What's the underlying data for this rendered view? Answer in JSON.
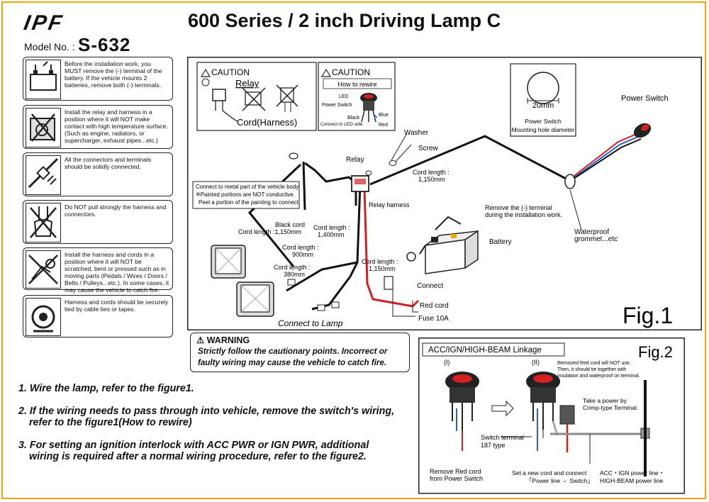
{
  "header": {
    "logo": "IPF",
    "title": "600 Series / 2 inch Driving Lamp C",
    "model_label": "Model No. :",
    "model_number": "S-632"
  },
  "notes": [
    {
      "text": "Before the installation work, you MUST remove the (-) terminal of the battery. If the vehicle mounts 2 batteries, remove both (-) terminals.",
      "icon": "battery-terminal-icon"
    },
    {
      "text": "Install the relay and harness in a position where it will NOT make contact with high temperature surface. (Such as engine, radiators, or supercharger, exhaust pipes...etc.)",
      "icon": "engine-heat-icon"
    },
    {
      "text": "All the connectors and terminals should be solidly connected.",
      "icon": "connector-icon"
    },
    {
      "text": "Do NOT pull strongly the harness and connectors.",
      "icon": "no-pull-icon"
    },
    {
      "text": "Install the harness and cords in a position where it will NOT be scratched, bent or pressed such as in moving parts (Pedals / Wires / Doors / Belts / Pulleys...etc.). In some cases, it may cause the vehicle to catch fire.",
      "icon": "moving-parts-icon"
    },
    {
      "text": "Harness and cords should be securely tied by cable ties or tapes.",
      "icon": "cable-tie-icon"
    }
  ],
  "fig1": {
    "label": "Fig.1",
    "caution1": {
      "head": "CAUTION",
      "relay": "Relay",
      "cord": "Cord(Harness)"
    },
    "caution2": {
      "head": "CAUTION",
      "how": "How to rewire",
      "led": "LED",
      "power_switch": "Power Switch",
      "black": "Black",
      "blue": "Blue",
      "red": "Red",
      "connect_led": "Connect to LED side"
    },
    "hole": {
      "size": "20mm",
      "line1": "Power Switch",
      "line2": "Mounting hole diameter"
    },
    "labels": {
      "power_switch": "Power Switch",
      "washer": "Washer",
      "screw": "Screw",
      "relay": "Relay",
      "cord_1150_top": "Cord length :",
      "cord_1150_top_val": "1,150mm",
      "relay_harness": "Relay harness",
      "metal_note1": "Connect to metal part of the vehicle body.",
      "metal_note2": "※Painted portions are NOT conductive.",
      "metal_note3": "Peel a portion of the painting to connect.",
      "remove_terminal1": "Remove the (-) terminal",
      "remove_terminal2": "during the installation work.",
      "black_cord": "Black cord",
      "cord_1150_black": "Cord length :1,150mm",
      "cord_1400": "Cord length :",
      "cord_1400_val": "1,400mm",
      "cord_900": "Cord length :",
      "cord_900_val": "900mm",
      "cord_380": "Cord length :",
      "cord_380_val": "380mm",
      "cord_1150_red": "Cord length :",
      "cord_1150_red_val": "1,150mm",
      "battery": "Battery",
      "connect": "Connect",
      "red_cord": "Red cord",
      "fuse": "Fuse 10A",
      "waterproof1": "Waterproof",
      "waterproof2": "grommet...etc",
      "connect_lamp": "Connect to Lamp"
    }
  },
  "warning": {
    "head": "WARNING",
    "body": "Strictly follow the cautionary points. Incorrect or faulty wiring may cause the vehicle to catch fire."
  },
  "fig2": {
    "label": "Fig.2",
    "title": "ACC/IGN/HIGH-BEAM Linkage",
    "step1": "(I)",
    "step2": "(II)",
    "red_note1": "Removed Red cord will NOT use.",
    "red_note2": "Then, it should tie together with",
    "red_note3": "insulation and waterproof on terminal.",
    "power_note1": "Take a power by",
    "power_note2": "Crimp-type Terminal.",
    "switch_terminal1": "Switch terminal",
    "switch_terminal2": "187 type",
    "remove_red1": "Remove Red cord",
    "remove_red2": "from Power Switch",
    "new_cord1": "Set a new cord and connect",
    "new_cord2": "「Power line ⇔ Switch」",
    "acc_line1": "ACC・IGN power line・",
    "acc_line2": "HIGH-BEAM power line"
  },
  "steps": [
    {
      "line1": "1. Wire the lamp, refer to the figure1.",
      "line2": ""
    },
    {
      "line1": "2. If the wiring needs to pass through into vehicle, remove the switch's wiring,",
      "line2": "refer to  the figure1(How to rewire)"
    },
    {
      "line1": "3. For setting an ignition interlock with ACC PWR or IGN PWR, additional",
      "line2": "wiring is required after a normal wiring procedure, refer to the figure2."
    }
  ],
  "colors": {
    "frame": "#f0a500",
    "red_wire": "#d42020",
    "blue_wire": "#2a5fc8",
    "black_wire": "#111111"
  }
}
